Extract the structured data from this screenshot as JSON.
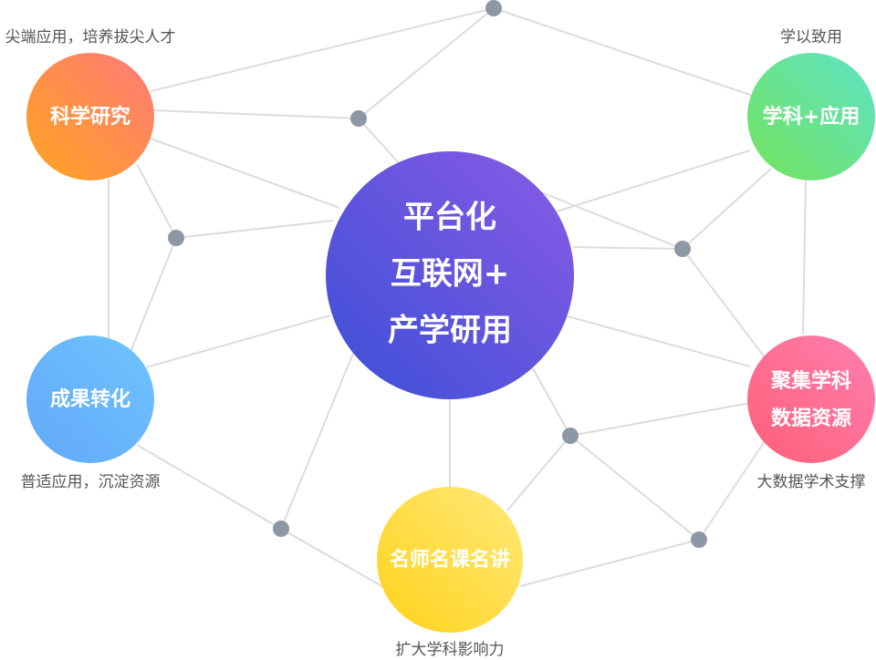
{
  "center": {
    "lines": [
      "平台化",
      "互联网+",
      "产学研用"
    ],
    "gradient": [
      "#3b4fd6",
      "#8a5be6"
    ]
  },
  "nodes": [
    {
      "id": "science-research",
      "lines": [
        "科学研究"
      ],
      "caption": "尖端应用，培养拔尖人才",
      "gradient": [
        "#ffa41e",
        "#ff7a7a"
      ]
    },
    {
      "id": "discipline-application",
      "lines": [
        "学科+应用"
      ],
      "caption": "学以致用",
      "gradient": [
        "#74e35c",
        "#5ee3c6"
      ]
    },
    {
      "id": "results-transformation",
      "lines": [
        "成果转化"
      ],
      "caption": "普适应用，沉淀资源",
      "gradient": [
        "#62a8f8",
        "#6fc4ff"
      ]
    },
    {
      "id": "discipline-data",
      "lines": [
        "聚集学科",
        "数据资源"
      ],
      "caption": "大数据学术支撑",
      "gradient": [
        "#ff5f77",
        "#ff7fb0"
      ]
    },
    {
      "id": "famous-teachers",
      "lines": [
        "名师名课名讲"
      ],
      "caption": "扩大学科影响力",
      "gradient": [
        "#ffd21a",
        "#ffe97a"
      ]
    }
  ],
  "colors": {
    "edge": "#dcdcdc",
    "dot": "#8e98a4",
    "caption": "#555555"
  }
}
